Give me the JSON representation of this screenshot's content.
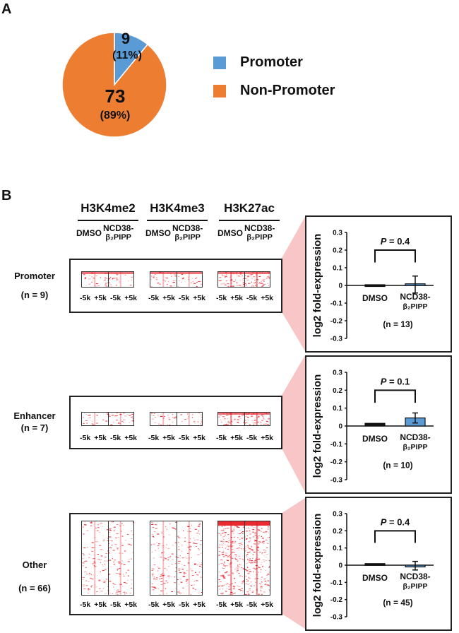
{
  "panel_a": {
    "letter": "A",
    "legend": [
      {
        "label": "Promoter",
        "color": "#5b9bd5"
      },
      {
        "label": "Non-Promoter",
        "color": "#ed7d31"
      }
    ]
  },
  "panel_b": {
    "letter": "B",
    "marks": [
      {
        "name": "H3K4me2",
        "conditions": [
          "DMSO",
          "NCD38-",
          "β₂PIPP"
        ]
      },
      {
        "name": "H3K4me3",
        "conditions": [
          "DMSO",
          "NCD38-",
          "β₂PIPP"
        ]
      },
      {
        "name": "H3K27ac",
        "conditions": [
          "DMSO",
          "NCD38-",
          "β₂PIPP"
        ]
      }
    ],
    "window_ticks": [
      "-5k",
      "+5k",
      "-5k",
      "+5k"
    ],
    "rows": [
      {
        "label": "Promoter",
        "n": "(n = 9)"
      },
      {
        "label": "Enhancer",
        "n": "(n = 7)"
      },
      {
        "label": "Other",
        "n": "(n = 66)"
      }
    ],
    "heatmap_color": "#e8141b",
    "connector_color": "#f8c6c6"
  },
  "chart_data": [
    {
      "type": "pie",
      "title": "",
      "labels": [
        "Promoter",
        "Non-Promoter"
      ],
      "values": [
        9,
        73
      ],
      "percent_labels": [
        "(11%)",
        "(89%)"
      ],
      "count_labels": [
        "9",
        "73"
      ],
      "colors": [
        "#5b9bd5",
        "#ed7d31"
      ],
      "legend_position": "right"
    },
    {
      "type": "bar",
      "title": "Promoter",
      "categories": [
        "DMSO",
        "NCD38-β₂PIPP"
      ],
      "category_lines": [
        [
          "DMSO"
        ],
        [
          "NCD38-",
          "β₂PIPP"
        ]
      ],
      "values": [
        0.0,
        0.005
      ],
      "errors": [
        0.0,
        0.048
      ],
      "colors": [
        "#111111",
        "#5b9bd5"
      ],
      "ylabel": "log2 fold-expression",
      "ylim": [
        -0.3,
        0.3
      ],
      "yticks": [
        "0.3",
        "0.2",
        "0.1",
        "0",
        "-0.1",
        "-0.2",
        "-0.3"
      ],
      "ytick_values": [
        0.3,
        0.2,
        0.1,
        0,
        -0.1,
        -0.2,
        -0.3
      ],
      "p_label": "P",
      "p_value": " = 0.4",
      "n_label": "(n = 13)"
    },
    {
      "type": "bar",
      "title": "Enhancer",
      "categories": [
        "DMSO",
        "NCD38-β₂PIPP"
      ],
      "category_lines": [
        [
          "DMSO"
        ],
        [
          "NCD38-",
          "β₂PIPP"
        ]
      ],
      "values": [
        0.015,
        0.045
      ],
      "errors": [
        0.0,
        0.028
      ],
      "colors": [
        "#111111",
        "#5b9bd5"
      ],
      "ylabel": "log2 fold-expression",
      "ylim": [
        -0.3,
        0.3
      ],
      "yticks": [
        "0.3",
        "0.2",
        "0.1",
        "0",
        "-0.1",
        "-0.2",
        "-0.3"
      ],
      "ytick_values": [
        0.3,
        0.2,
        0.1,
        0,
        -0.1,
        -0.2,
        -0.3
      ],
      "p_label": "P",
      "p_value": " = 0.1",
      "n_label": "(n = 10)"
    },
    {
      "type": "bar",
      "title": "Other",
      "categories": [
        "DMSO",
        "NCD38-β₂PIPP"
      ],
      "category_lines": [
        [
          "DMSO"
        ],
        [
          "NCD38-",
          "β₂PIPP"
        ]
      ],
      "values": [
        0.005,
        -0.003
      ],
      "errors": [
        0.0,
        0.025
      ],
      "colors": [
        "#111111",
        "#5b9bd5"
      ],
      "ylabel": "log2 fold-expression",
      "ylim": [
        -0.3,
        0.3
      ],
      "yticks": [
        "0.3",
        "0.2",
        "0.1",
        "0",
        "-0.1",
        "-0.2",
        "-0.3"
      ],
      "ytick_values": [
        0.3,
        0.2,
        0.1,
        0,
        -0.1,
        -0.2,
        -0.3
      ],
      "p_label": "P",
      "p_value": " = 0.4",
      "n_label": "(n = 45)"
    }
  ]
}
